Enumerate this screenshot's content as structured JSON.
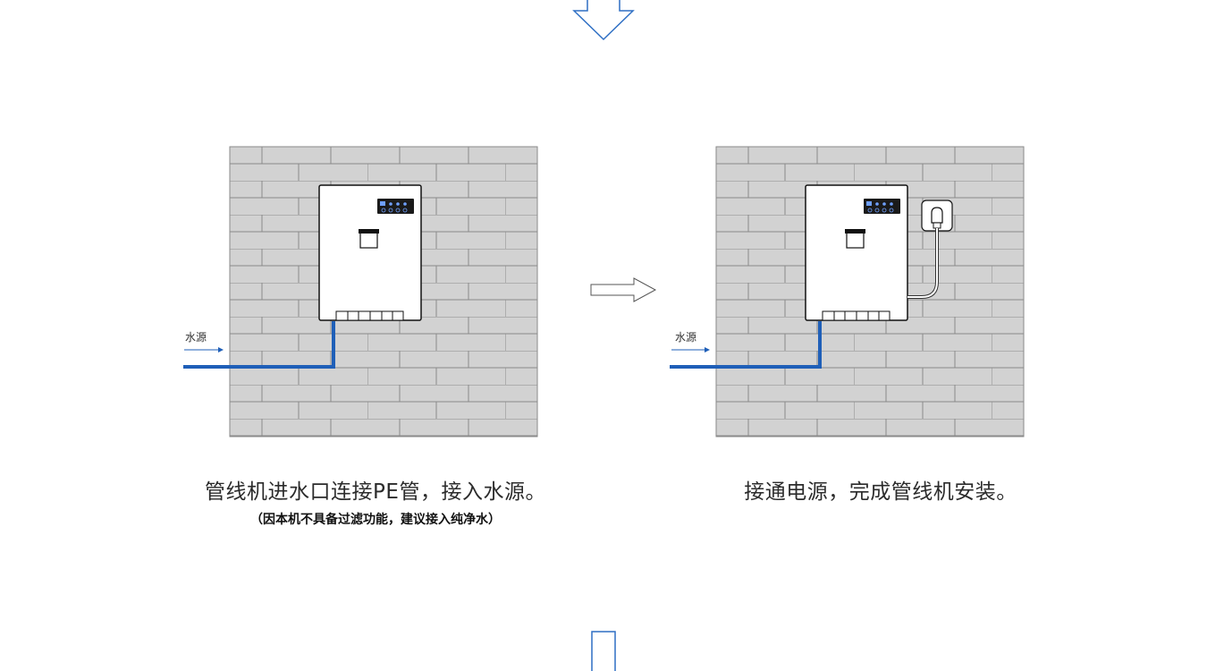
{
  "steps": [
    {
      "caption": "管线机进水口连接PE管，接入水源。",
      "note": "（因本机不具备过滤功能，建议接入纯净水）",
      "water_label": "水源"
    },
    {
      "caption": "接通电源，完成管线机安装。",
      "water_label": "水源"
    }
  ],
  "icons": {
    "top_arrow": "down-arrow-icon",
    "middle_arrow": "right-arrow-icon",
    "bottom_arrow": "down-arrow-icon"
  },
  "colors": {
    "pipe": "#1f5fb8",
    "arrow": "#2e6fc4",
    "brick": "#d2d2d2",
    "mortar": "#8a8a8a"
  }
}
